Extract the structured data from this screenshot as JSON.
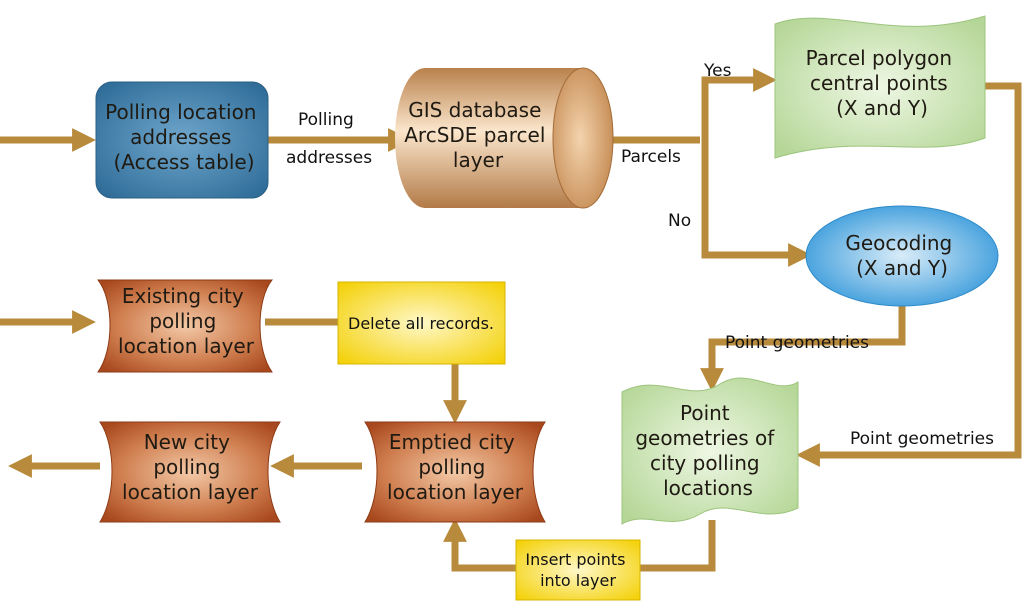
{
  "nodes": {
    "polling_addresses": {
      "lines": [
        "Polling location",
        "addresses",
        "(Access table)"
      ]
    },
    "gis_database": {
      "lines": [
        "GIS database",
        "ArcSDE parcel",
        "layer"
      ]
    },
    "parcel_points": {
      "lines": [
        "Parcel polygon",
        "central points",
        "(X and Y)"
      ]
    },
    "geocoding": {
      "lines": [
        "Geocoding",
        "(X and Y)"
      ]
    },
    "point_geometries": {
      "lines": [
        "Point",
        "geometries of",
        "city polling",
        "locations"
      ]
    },
    "existing_layer": {
      "lines": [
        "Existing city",
        "polling",
        "location layer"
      ]
    },
    "emptied_layer": {
      "lines": [
        "Emptied city",
        "polling",
        "location layer"
      ]
    },
    "new_layer": {
      "lines": [
        "New city",
        "polling",
        "location layer"
      ]
    }
  },
  "notes": {
    "delete_records": {
      "lines": [
        "Delete all records."
      ]
    },
    "insert_points": {
      "lines": [
        "Insert points",
        "into layer"
      ]
    }
  },
  "labels": {
    "polling": "Polling",
    "addresses": "addresses",
    "parcels": "Parcels",
    "yes": "Yes",
    "no": "No",
    "point_geometries_1": "Point geometries",
    "point_geometries_2": "Point geometries"
  },
  "colors": {
    "arrow": "#b88a3c",
    "blue_box": "#3f7ea8",
    "tan_cylinder": "#d9a068",
    "green_doc": "#c7e2ad",
    "ellipse_blue": "#4aa3df",
    "rust_layer": "#b45a2a",
    "yellow_note": "#f5d000"
  }
}
